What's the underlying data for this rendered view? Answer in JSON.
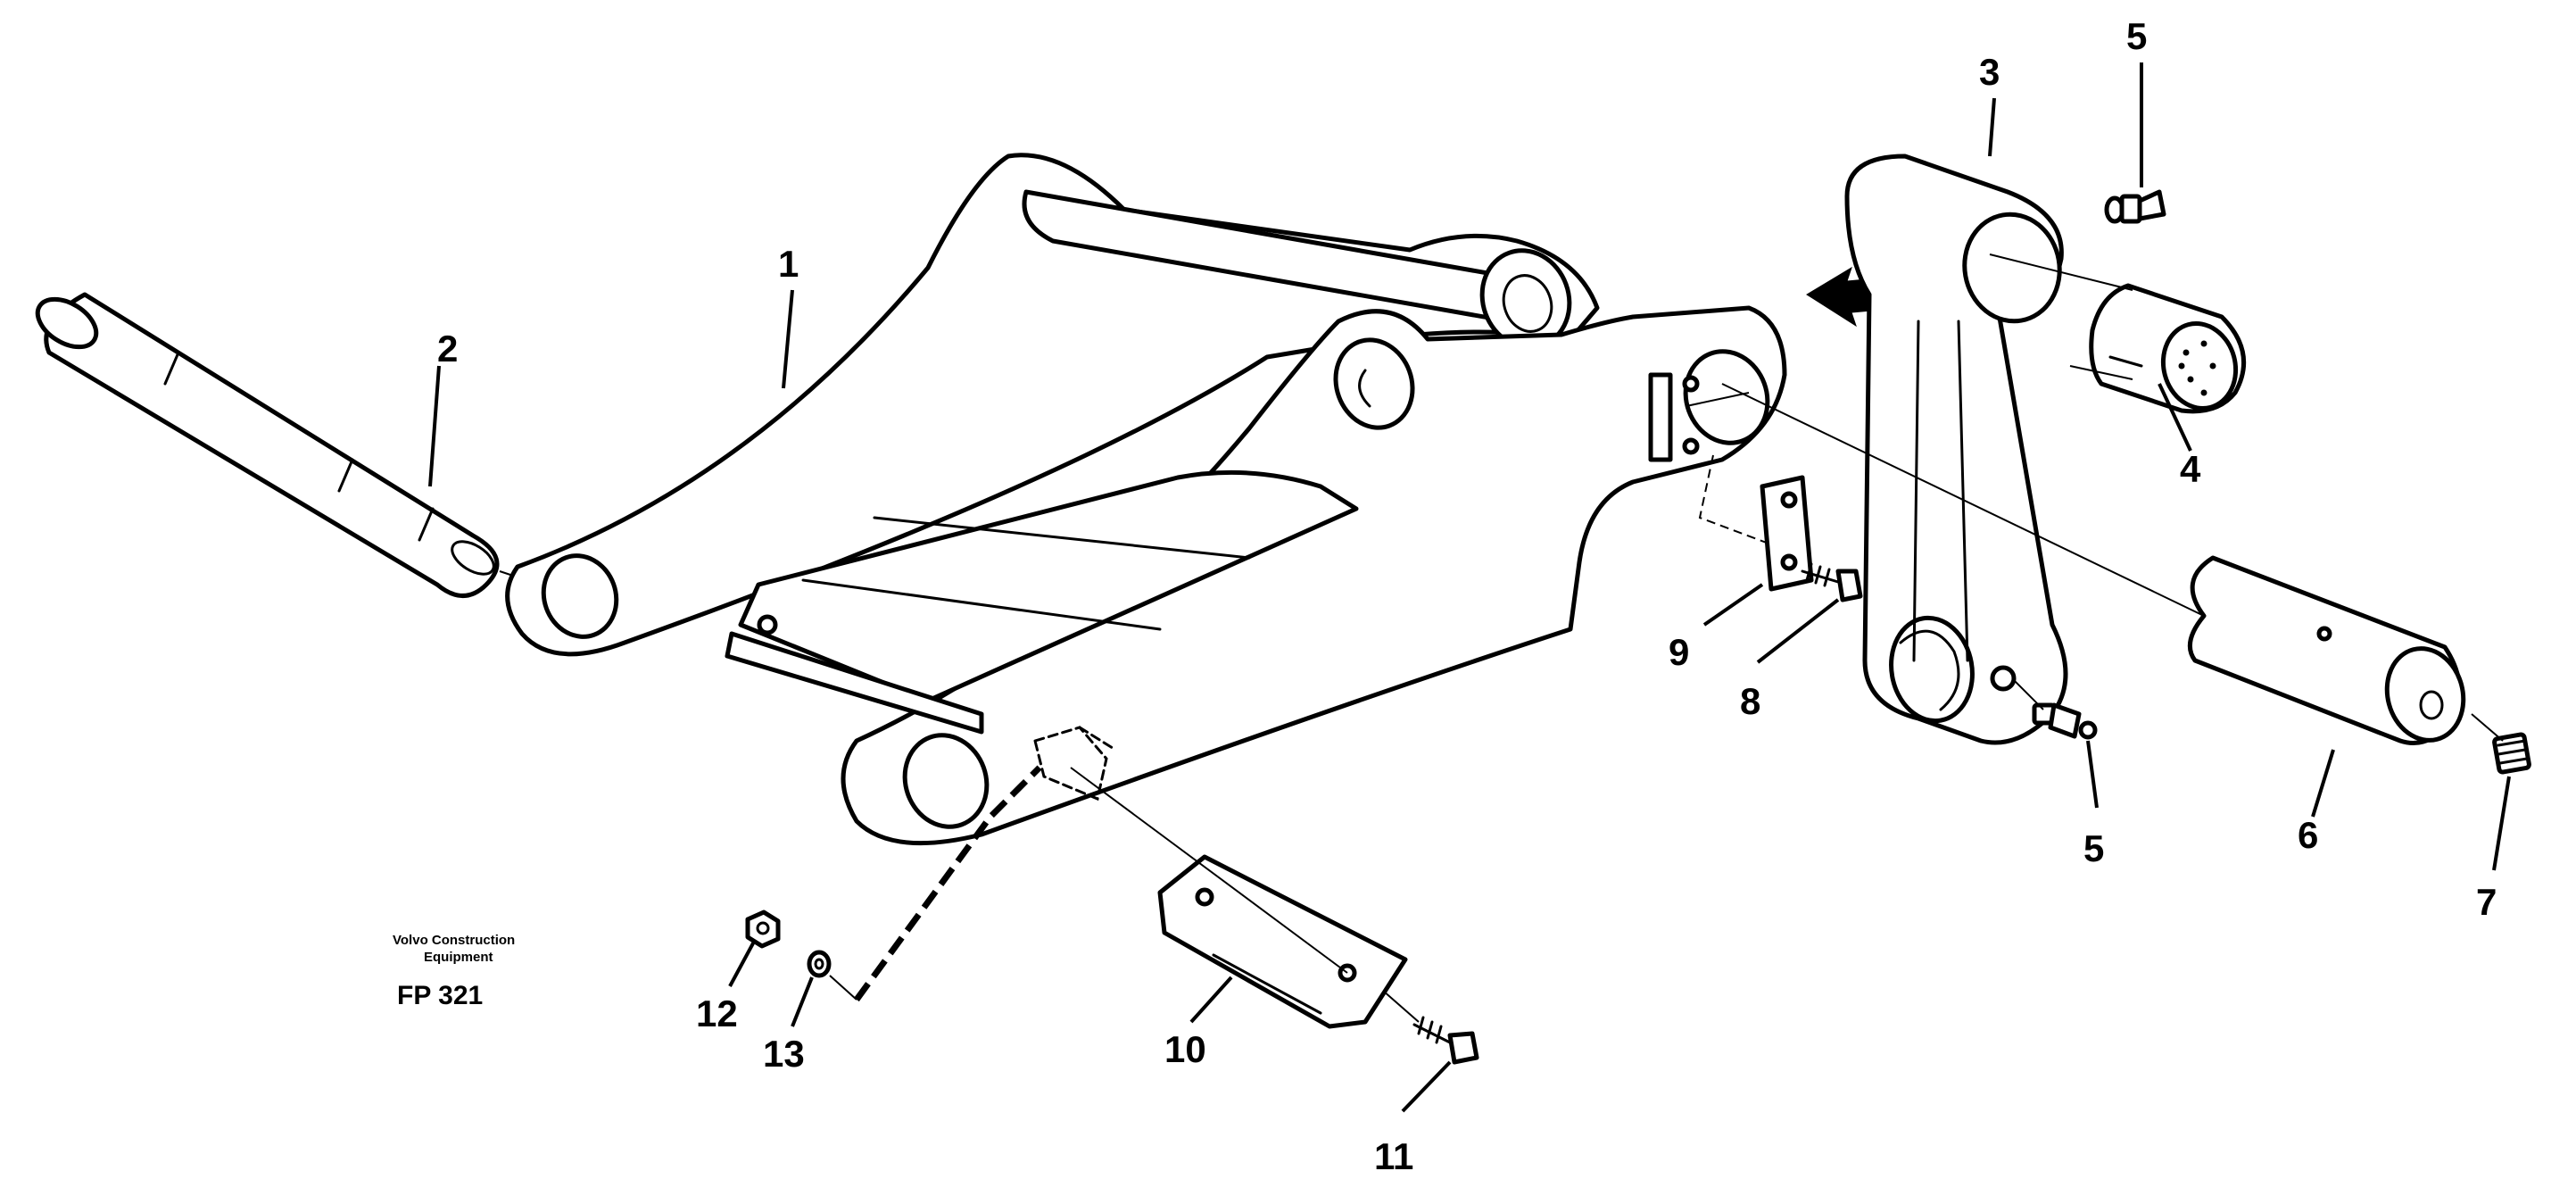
{
  "caption": {
    "company_line1": "Volvo Construction",
    "company_line2": "Equipment",
    "figure_code": "FP 321"
  },
  "callouts": {
    "c1": "1",
    "c2": "2",
    "c3": "3",
    "c4": "4",
    "c5a": "5",
    "c5b": "5",
    "c6": "6",
    "c7": "7",
    "c8": "8",
    "c9": "9",
    "c10": "10",
    "c11": "11",
    "c12": "12",
    "c13": "13"
  },
  "colors": {
    "line": "#000000",
    "background": "#ffffff"
  }
}
